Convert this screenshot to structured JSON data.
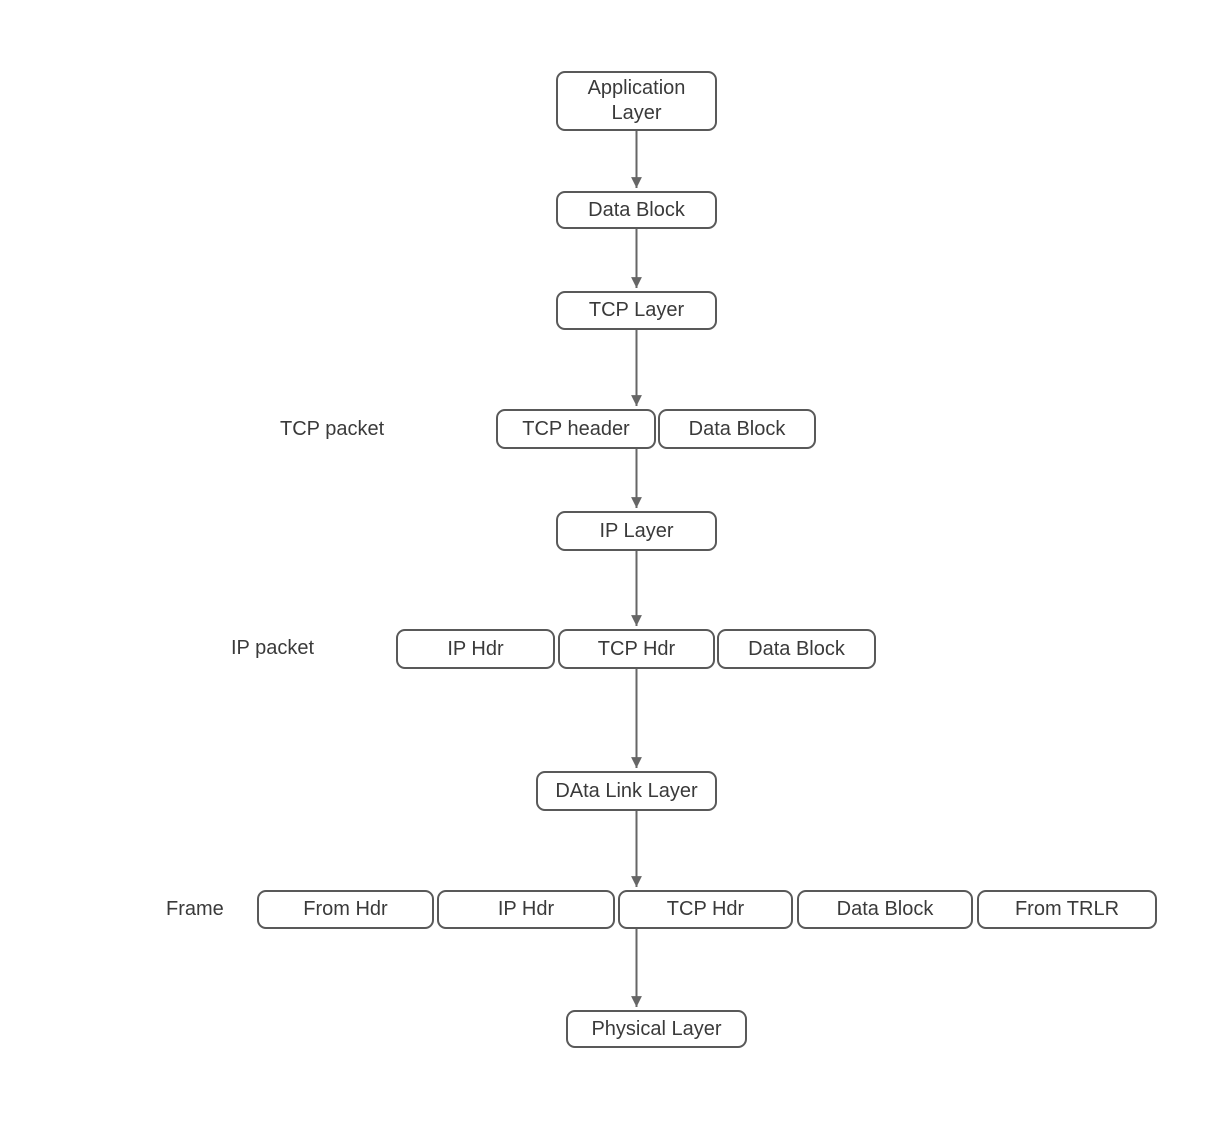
{
  "colors": {
    "background": "#ffffff",
    "box_border": "#595959",
    "box_fill": "#ffffff",
    "text": "#3a3a3a",
    "arrow": "#666666"
  },
  "diagram": {
    "nodes": {
      "application_layer": "Application Layer",
      "data_block_top": "Data Block",
      "tcp_layer": "TCP Layer",
      "tcp_packet_header": "TCP header",
      "tcp_packet_data_block": "Data Block",
      "ip_layer": "IP Layer",
      "ip_packet_ip_hdr": "IP Hdr",
      "ip_packet_tcp_hdr": "TCP Hdr",
      "ip_packet_data_block": "Data Block",
      "data_link_layer": "DAta Link Layer",
      "frame_from_hdr": "From Hdr",
      "frame_ip_hdr": "IP Hdr",
      "frame_tcp_hdr": "TCP Hdr",
      "frame_data_block": "Data Block",
      "frame_from_trlr": "From TRLR",
      "physical_layer": "Physical Layer"
    },
    "row_labels": {
      "tcp_packet": "TCP packet",
      "ip_packet": "IP packet",
      "frame": "Frame"
    }
  }
}
